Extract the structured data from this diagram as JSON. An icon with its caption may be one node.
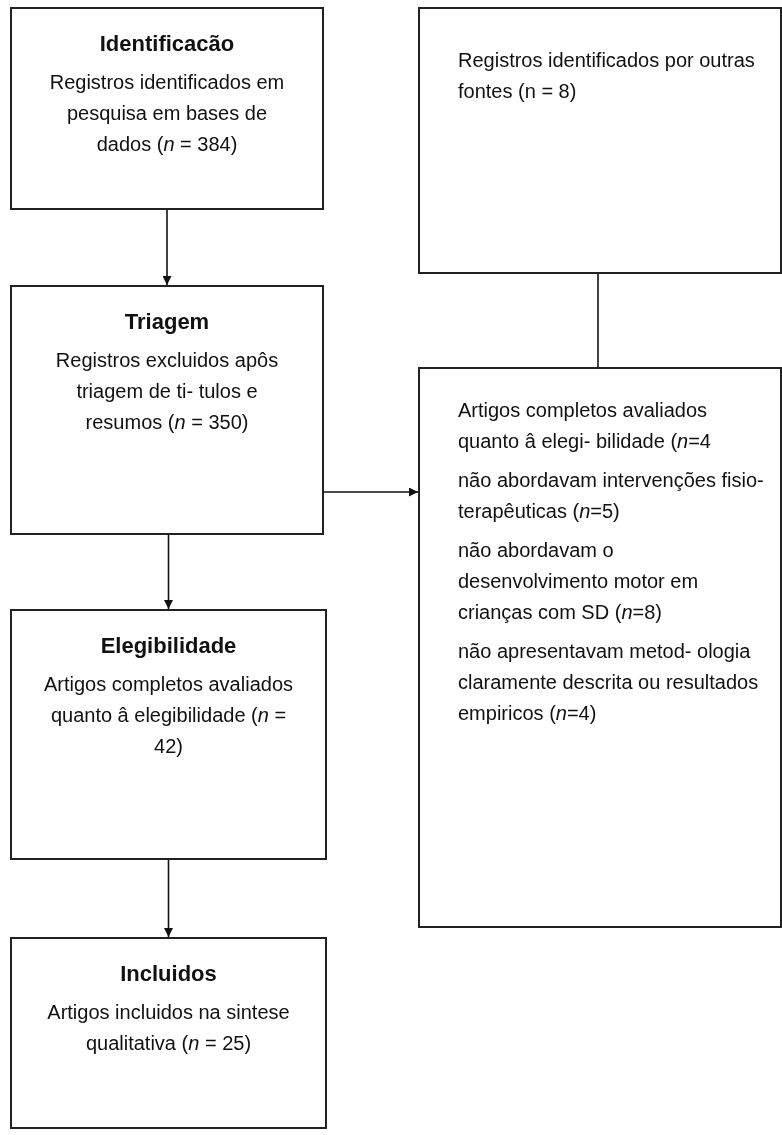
{
  "diagram": {
    "nodes": [
      {
        "text": [
          "Identificacão",
          "Registros identificados em pesquisa em bases de dados (*n* = 384)"
        ]
      },
      {
        "text": [
          "Triagem",
          "Registros excluidos apôs triagem de ti- tulos e resumos (*n* = 350)"
        ]
      },
      {
        "text": [
          "Elegibilidade",
          "Artigos completos avaliados quanto â elegibilidade (*n* = 42)"
        ]
      },
      {
        "text": [
          "Incluidos",
          "Artigos incluidos na sintese qualitativa (*n* = 25)"
        ]
      },
      {
        "text": [
          "Registros identificados por outras fontes (n = 8)"
        ]
      },
      {
        "text": [
          "Artigos completos avaliados quanto â elegi- bilidade (*n*=4",
          "não abordavam intervenções fisio- terapêuticas (*n*=5)",
          "não abordavam o desenvolvimento motor em crianças com SD (*n*=8)",
          "não apresentavam metod- ologia claramente descrita ou resultados empiricos (*n*=4)"
        ]
      }
    ],
    "edges": [
      {
        "from": 0,
        "to": 1,
        "arrow": "to"
      },
      {
        "from": 1,
        "to": 2,
        "arrow": "to"
      },
      {
        "from": 2,
        "to": 3,
        "arrow": "to"
      },
      {
        "from": 1,
        "to": 5,
        "arrow": "to"
      },
      {
        "from": 4,
        "to": 5,
        "arrow": "none"
      }
    ]
  }
}
